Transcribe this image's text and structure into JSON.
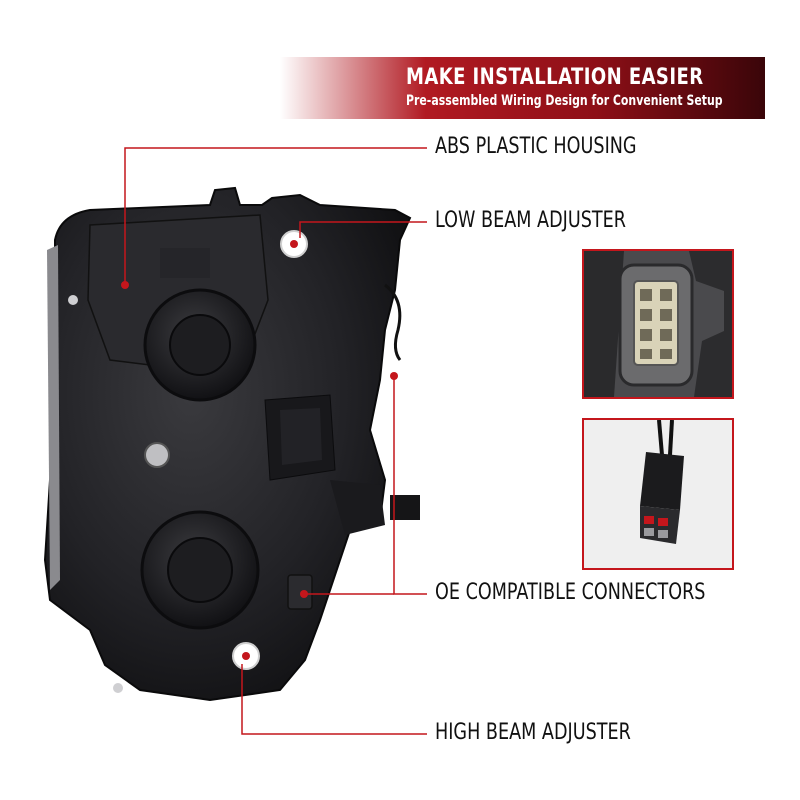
{
  "banner": {
    "title": "MAKE INSTALLATION EASIER",
    "subtitle": "Pre-assembled Wiring Design for Convenient Setup"
  },
  "callouts": {
    "housing": "ABS PLASTIC HOUSING",
    "low_beam": "LOW BEAM ADJUSTER",
    "connectors": "OE COMPATIBLE CONNECTORS",
    "high_beam": "HIGH BEAM ADJUSTER"
  },
  "colors": {
    "accent_red": "#c4161c",
    "banner_dark": "#3a0509",
    "housing_black": "#1b1b1d"
  },
  "icons": {
    "adjuster_marker": "white-circle-with-red-dot",
    "connector_photo": "wiring-connector-photo",
    "plug_photo": "pigtail-plug-photo"
  }
}
